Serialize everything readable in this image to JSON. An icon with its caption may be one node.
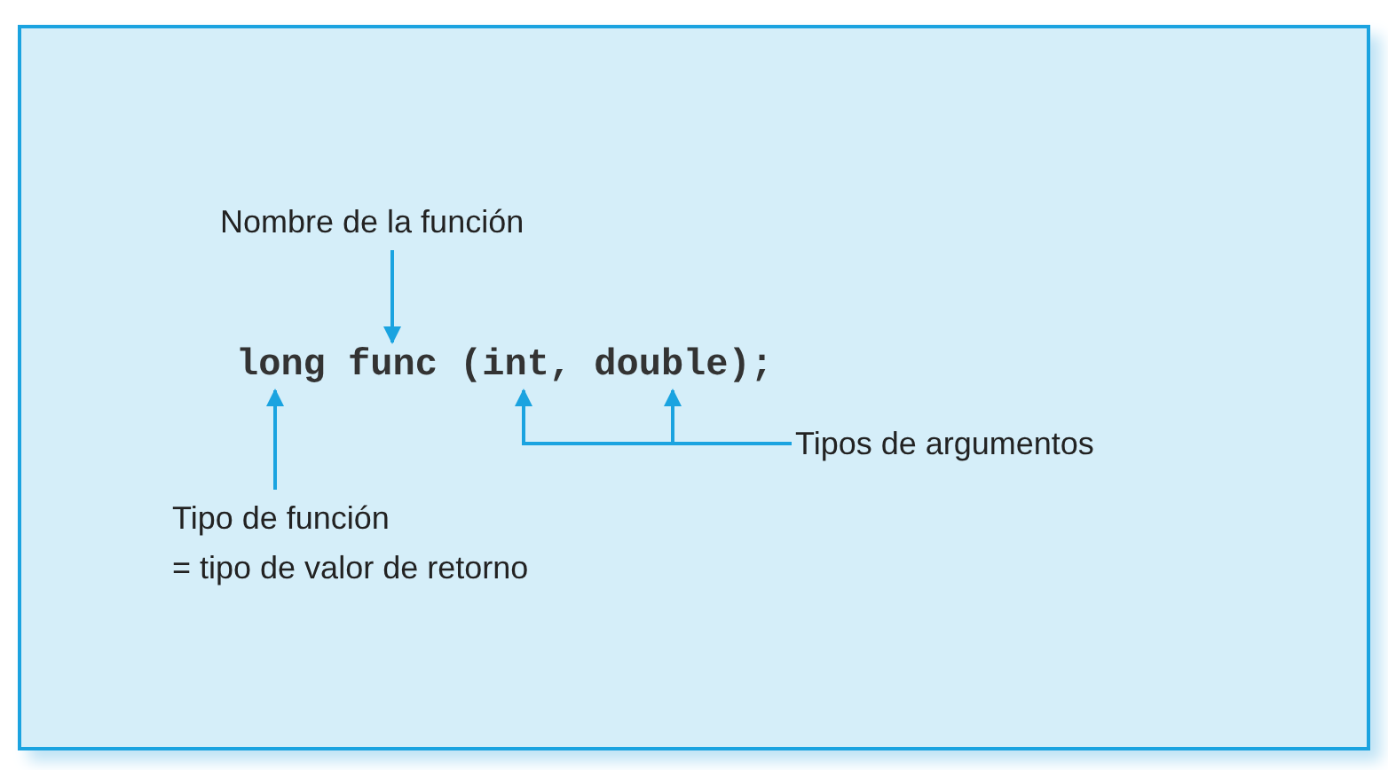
{
  "diagram": {
    "nodes": [
      {
        "text": [
          "Nombre de la función"
        ]
      },
      {
        "text": [
          "Tipo de función",
          "= tipo de valor de retorno"
        ]
      },
      {
        "text": [
          "Tipos de argumentos"
        ]
      },
      {
        "text": [
          "long func (int, double);"
        ]
      }
    ],
    "edges": [
      {
        "from": 0,
        "to": 3,
        "arrow": "to"
      },
      {
        "from": 1,
        "to": 3,
        "arrow": "to"
      },
      {
        "from": 2,
        "to": 3,
        "arrow": "to"
      },
      {
        "from": 2,
        "to": 3,
        "arrow": "to"
      }
    ]
  }
}
